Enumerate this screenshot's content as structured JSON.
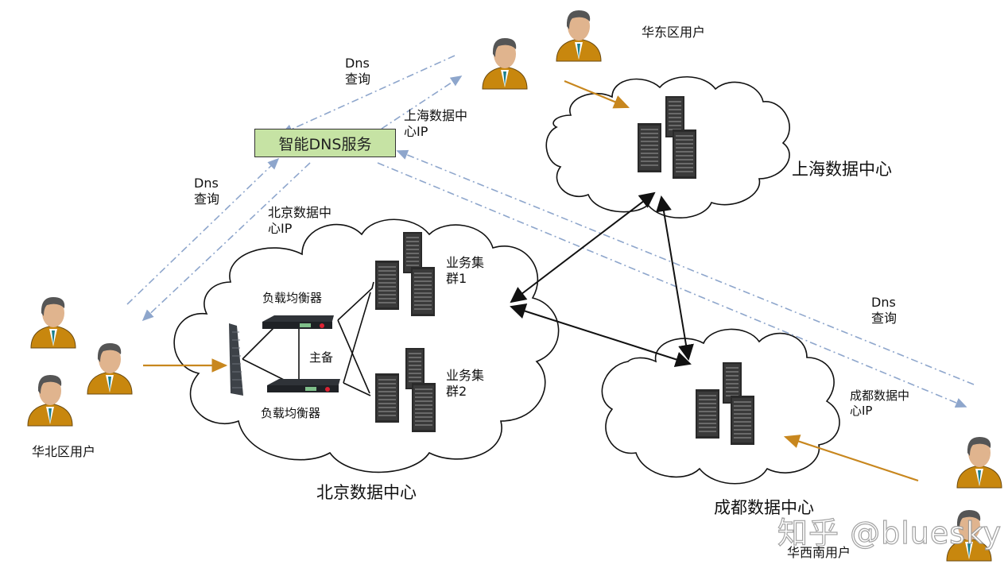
{
  "dns_service": {
    "label": "智能DNS服务",
    "fill": "#c6e3a4"
  },
  "datacenters": {
    "beijing": {
      "name": "北京数据中心",
      "lb_label_top": "负载均衡器",
      "lb_label_bottom": "负载均衡器",
      "ha_label": "主备",
      "cluster1": "业务集\n群1",
      "cluster2": "业务集\n群2"
    },
    "shanghai": {
      "name": "上海数据中心"
    },
    "chengdu": {
      "name": "成都数据中心"
    }
  },
  "user_groups": {
    "north": "华北区用户",
    "east": "华东区用户",
    "southwest": "华西南用户"
  },
  "flows": {
    "dns_query_north": "Dns\n查询",
    "dns_query_east": "Dns\n查询",
    "dns_query_southwest": "Dns\n查询",
    "resp_beijing": "北京数据中\n心IP",
    "resp_shanghai": "上海数据中\n心IP",
    "resp_chengdu": "成都数据中\n心IP"
  },
  "colors": {
    "user_arrow": "#c8871e",
    "dns_arrow": "#8ea6cc",
    "link": "#111111"
  },
  "watermark": "知乎 @bluesky"
}
